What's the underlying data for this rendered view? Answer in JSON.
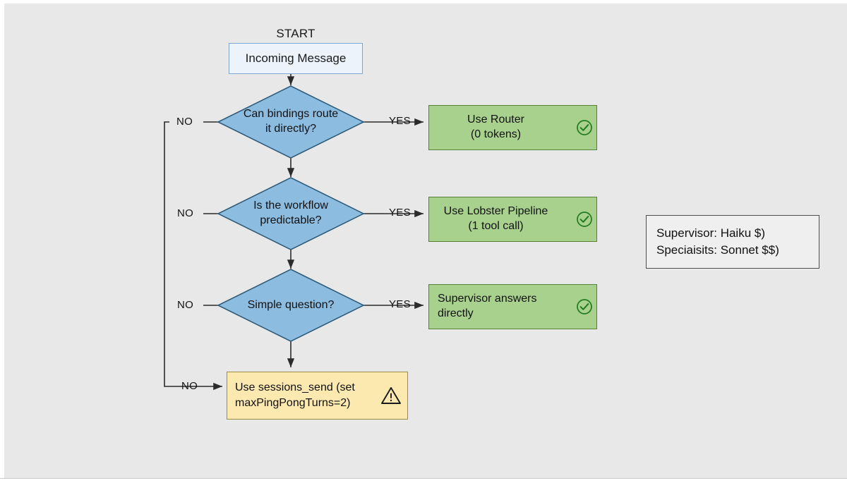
{
  "canvas": {
    "background": "#e8e8e8",
    "frame_background": "#ffffff"
  },
  "palette": {
    "decision_fill": "#8cbce0",
    "decision_stroke": "#2f5c7a",
    "outcome_fill": "#a9d18e",
    "outcome_stroke": "#548235",
    "warn_fill": "#fce9b0",
    "warn_stroke": "#9a8c3e",
    "start_fill": "#edf3fb",
    "start_stroke": "#7fa8d0",
    "check_color": "#1f7a1f",
    "warn_icon_color": "#1a1a1a",
    "connector_color": "#2b2b2b",
    "legend_stroke": "#4d4d4d"
  },
  "start": {
    "label": "START",
    "box_text": "Incoming Message"
  },
  "decisions": [
    {
      "id": "bindings-route",
      "line1": "Can bindings route",
      "line2": "it directly?",
      "no_label": "NO",
      "yes_label": "YES"
    },
    {
      "id": "workflow-predictable",
      "line1": "Is the workflow",
      "line2": "predictable?",
      "no_label": "NO",
      "yes_label": "YES"
    },
    {
      "id": "simple-question",
      "line1": "Simple question?",
      "line2": "",
      "no_label": "NO",
      "yes_label": "YES"
    }
  ],
  "outcomes": [
    {
      "id": "use-router",
      "line1": "Use Router",
      "line2": "(0 tokens)",
      "icon": "check-circle-icon",
      "align": "center"
    },
    {
      "id": "use-lobster-pipeline",
      "line1": "Use Lobster Pipeline",
      "line2": "(1 tool call)",
      "icon": "check-circle-icon",
      "align": "center"
    },
    {
      "id": "supervisor-answers",
      "line1": "Supervisor answers",
      "line2": "directly",
      "icon": "check-circle-icon",
      "align": "left"
    }
  ],
  "fallback": {
    "id": "use-sessions-send",
    "line1": "Use sessions_send (set",
    "line2": "maxPingPongTurns=2)",
    "no_label": "NO",
    "icon": "warning-triangle-icon"
  },
  "legend": {
    "line1": "Supervisor: Haiku $)",
    "line2": "Speciaisits: Sonnet $$)"
  }
}
